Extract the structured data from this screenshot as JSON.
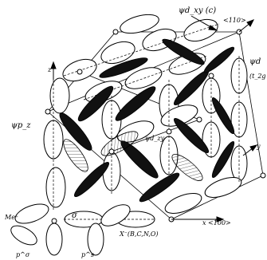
{
  "diagram": {
    "labels": {
      "psi_dxy_c": "ψd_xy (c)",
      "dir_110": "<110>",
      "psi_right": "ψd",
      "t2g": "(t_2g",
      "z_axis": "z",
      "psi_pz": "ψp_z",
      "psi_dzy": "ψd_zy",
      "y_axis": "y",
      "me": "Me⁺",
      "sigma": "σ",
      "x_axis": "x <100>",
      "x_atom": "X⁻(B,C,N,O)",
      "ps": "p^s",
      "p_sigma": "p^σ"
    },
    "colors": {
      "ink": "#000000",
      "paper": "#ffffff",
      "dark_lobe": "#111111"
    }
  }
}
